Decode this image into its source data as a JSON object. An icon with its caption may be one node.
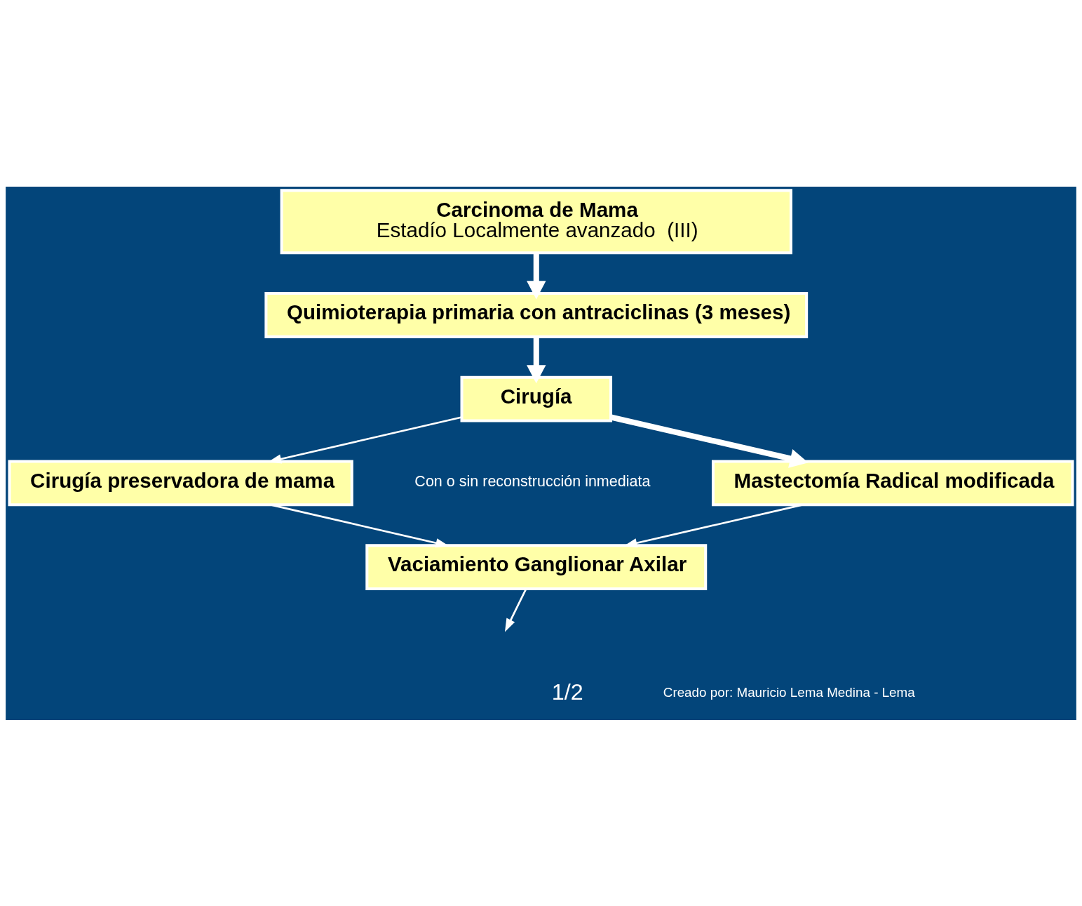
{
  "diagram": {
    "nodes": [
      {
        "text": [
          "Carcinoma de Mama",
          "Estadío Localmente avanzado  (III)"
        ]
      },
      {
        "text": [
          "Quimioterapia primaria con antraciclinas (3 meses)"
        ]
      },
      {
        "text": [
          "Cirugía"
        ]
      },
      {
        "text": [
          "Mastectomía Radical modificada"
        ],
        "beside": [
          "Con o sin reconstrucción inmediata"
        ]
      },
      {
        "text": [
          "Cirugía preservadora de mama"
        ]
      },
      {
        "text": [
          "Vaciamiento Ganglionar Axilar"
        ]
      }
    ],
    "edges": [
      {
        "from": 0,
        "to": 1,
        "arrow": "to",
        "style": "thick"
      },
      {
        "from": 1,
        "to": 2,
        "arrow": "to",
        "style": "thick"
      },
      {
        "from": 2,
        "to": 3,
        "arrow": "to",
        "style": "thick"
      },
      {
        "from": 2,
        "to": 4,
        "arrow": "to"
      },
      {
        "from": 3,
        "to": 5,
        "arrow": "to"
      },
      {
        "from": 4,
        "to": 5,
        "arrow": "to"
      },
      {
        "from": 5,
        "to": null,
        "arrow": "to"
      }
    ],
    "labels": [
      "1/2",
      "Creado por: Mauricio Lema Medina - Lema"
    ]
  }
}
